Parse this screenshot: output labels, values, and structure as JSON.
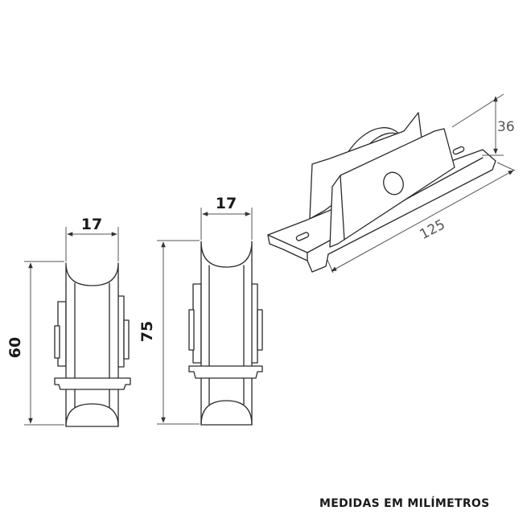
{
  "drawing": {
    "front_small": {
      "width_label": "17",
      "height_label": "60"
    },
    "front_large": {
      "width_label": "17",
      "height_label": "75"
    },
    "isometric": {
      "length_label": "125",
      "height_label": "36"
    },
    "footer": {
      "caption": "MEDIDAS EM MILÍMETROS"
    }
  }
}
